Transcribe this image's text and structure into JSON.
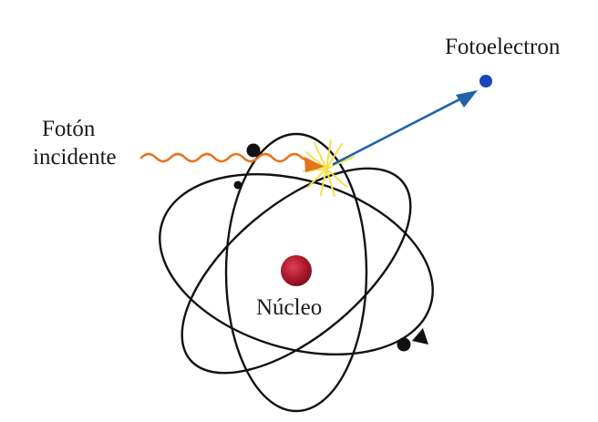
{
  "labels": {
    "photoelectron": "Fotoelectron",
    "incident_photon_line1": "Fotón",
    "incident_photon_line2": "incidente",
    "nucleus": "Núcleo"
  },
  "colors": {
    "photon": "#e8731f",
    "photoelectron": "#1f63a8",
    "photoelectron_dot": "#1a44b8",
    "nucleus": "#b0192c",
    "orbit": "#111111",
    "electron": "#111111",
    "flash": "#f2e24a"
  }
}
